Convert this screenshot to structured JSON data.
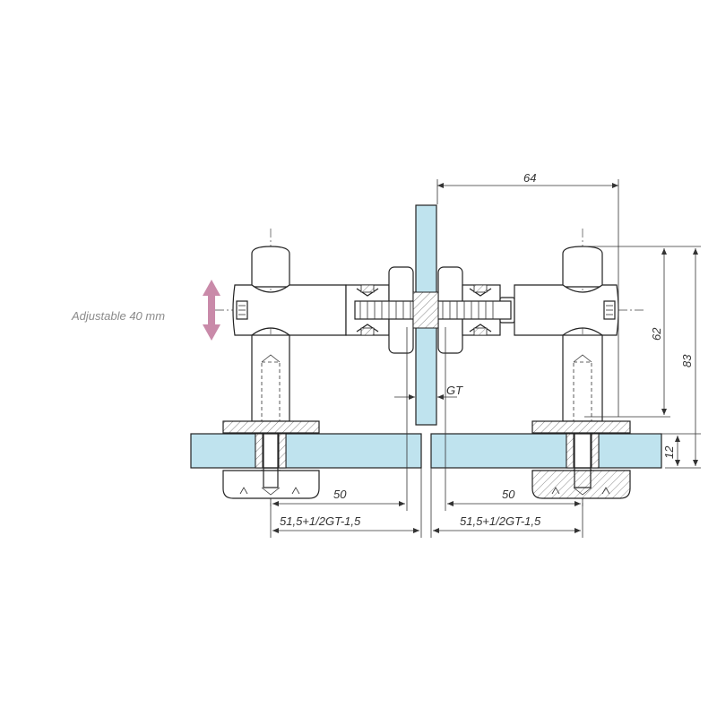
{
  "colors": {
    "glass": "#bfe3ee",
    "steel": "#ffffff",
    "outline": "#222222",
    "hatch": "#888888",
    "arrow": "#c98aa9",
    "note": "#8a8a8a"
  },
  "annotations": {
    "adjustable": "Adjustable 40 mm"
  },
  "dimensions": {
    "top_width": "64",
    "height_short": "62",
    "height_total": "83",
    "glass_thickness": "12",
    "gap": "GT",
    "left_offset": "50",
    "left_total": "51,5+1/2GT-1,5",
    "right_offset": "50",
    "right_total": "51,5+1/2GT-1,5"
  },
  "icons": {
    "adjust_arrow": "double-arrow-vertical-icon"
  }
}
